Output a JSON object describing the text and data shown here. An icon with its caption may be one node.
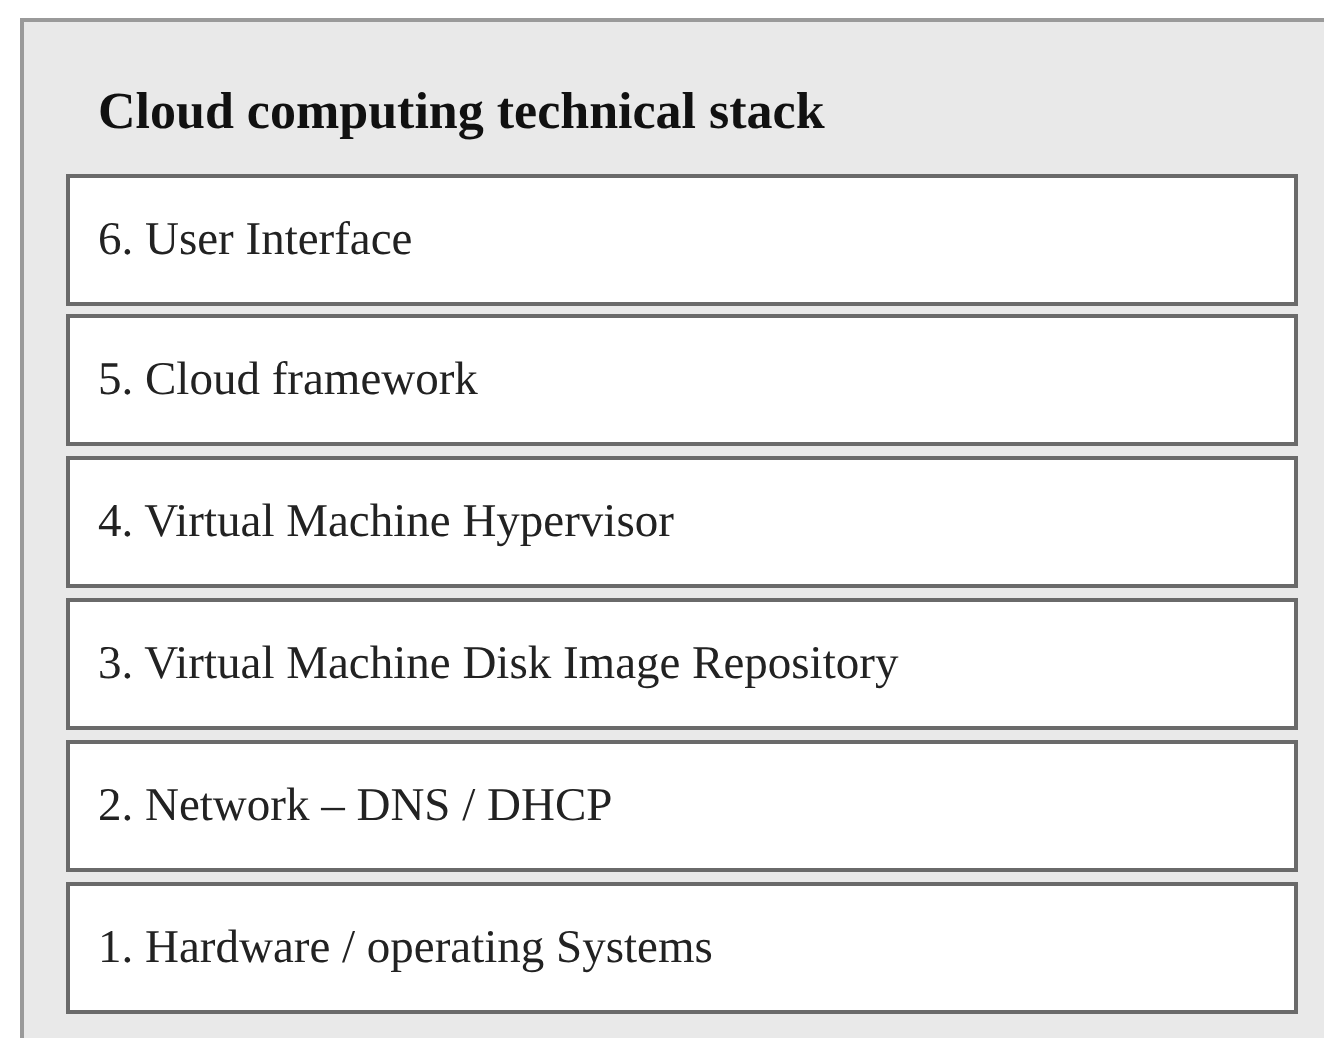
{
  "diagram": {
    "nodes": [
      {
        "text": [
          "Cloud computing technical stack"
        ]
      },
      {
        "text": [
          "6. User Interface"
        ],
        "in": 0
      },
      {
        "text": [
          "5. Cloud framework"
        ],
        "in": 0
      },
      {
        "text": [
          "4. Virtual Machine Hypervisor"
        ],
        "in": 0
      },
      {
        "text": [
          "3. Virtual Machine Disk Image Repository"
        ],
        "in": 0
      },
      {
        "text": [
          "2. Network – DNS / DHCP"
        ],
        "in": 0
      },
      {
        "text": [
          "1. Hardware / operating Systems"
        ],
        "in": 0
      }
    ]
  }
}
